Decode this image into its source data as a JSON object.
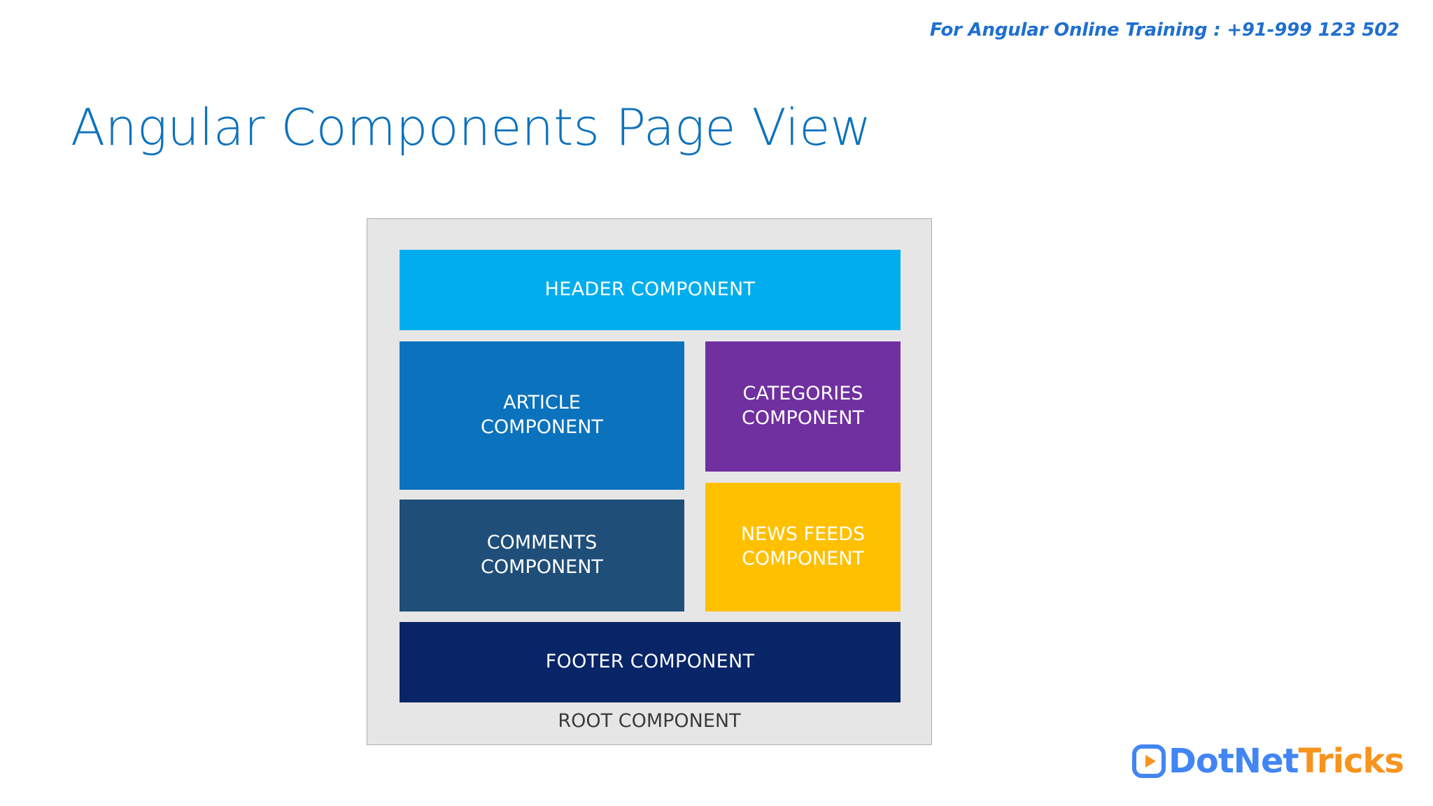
{
  "slide": {
    "contact": "For Angular Online Training : +91-999 123 502",
    "title": "Angular Components Page View"
  },
  "diagram": {
    "root_label": "ROOT COMPONENT",
    "boxes": [
      {
        "name": "header",
        "label": "HEADER COMPONENT",
        "color": "#00ADEE"
      },
      {
        "name": "article",
        "label": "ARTICLE COMPONENT",
        "color": "#0B72BD"
      },
      {
        "name": "categories",
        "label": "CATEGORIES COMPONENT",
        "color": "#7030A0"
      },
      {
        "name": "comments",
        "label": "COMMENTS COMPONENT",
        "color": "#1F4E79"
      },
      {
        "name": "newsfeeds",
        "label": "NEWS FEEDS COMPONENT",
        "color": "#FFC000"
      },
      {
        "name": "footer",
        "label": "FOOTER COMPONENT",
        "color": "#082567"
      }
    ],
    "container_color": "#E7E6E6",
    "container_border": "#AEAEAE"
  },
  "logo": {
    "mark": "play-button-icon",
    "word_primary": "DotNet",
    "word_secondary": "Tricks",
    "color_primary": "#4285F4",
    "color_secondary": "#F7941E"
  },
  "theme": {
    "title_color": "#0D72BC",
    "contact_color": "#1F6FD0",
    "background": "#FFFFFF"
  }
}
